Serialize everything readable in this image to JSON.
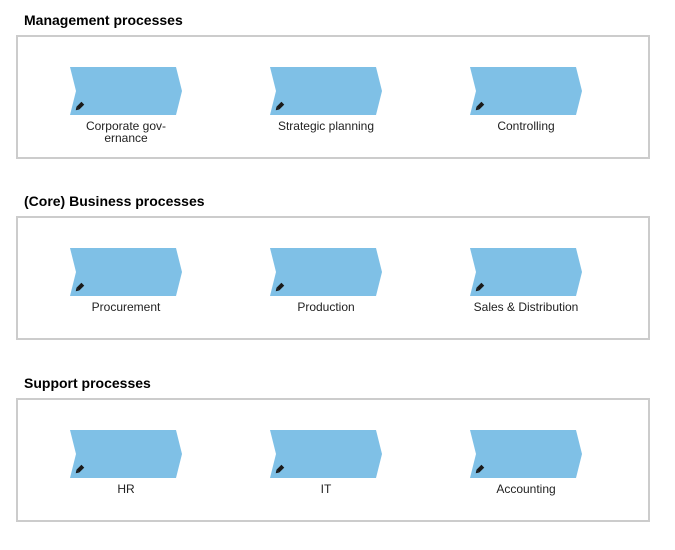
{
  "groups": [
    {
      "title": "Management processes",
      "processes": [
        {
          "label": "Corporate gov-\nernance"
        },
        {
          "label": "Strategic planning"
        },
        {
          "label": "Controlling"
        }
      ]
    },
    {
      "title": "(Core) Business processes",
      "processes": [
        {
          "label": "Procurement"
        },
        {
          "label": "Production"
        },
        {
          "label": "Sales & Distribution"
        }
      ]
    },
    {
      "title": "Support processes",
      "processes": [
        {
          "label": "HR"
        },
        {
          "label": "IT"
        },
        {
          "label": "Accounting"
        }
      ]
    }
  ],
  "colors": {
    "process_fill": "#7fc0e6",
    "group_border": "#cccccc",
    "icon": "#1a1a1a"
  },
  "icons": {
    "process_marker": "pencil-icon"
  }
}
